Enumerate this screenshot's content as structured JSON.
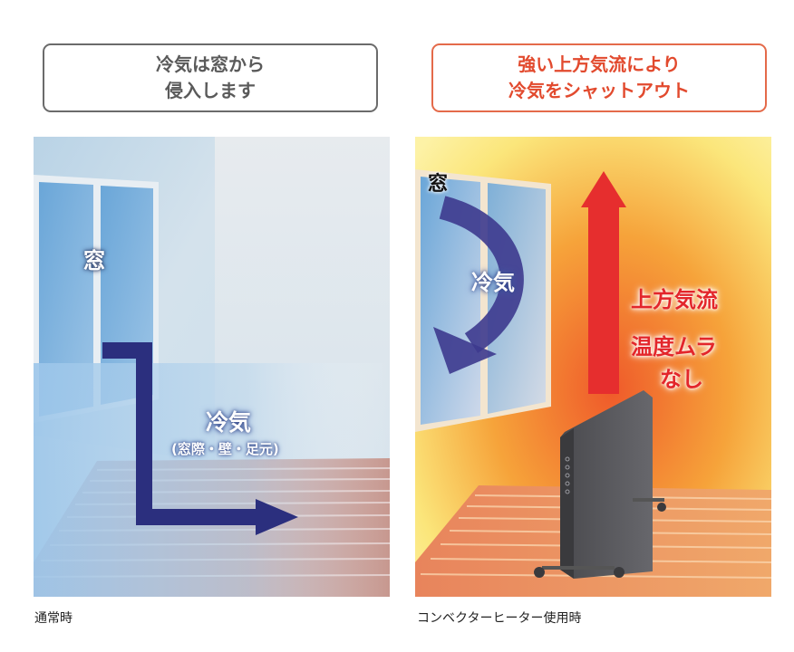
{
  "header": {
    "left": {
      "line1": "冷気は窓から",
      "line2": "侵入します"
    },
    "right": {
      "line1": "強い上方気流により",
      "line2": "冷気をシャットアウト"
    }
  },
  "left_panel": {
    "window_label": "窓",
    "cold_air_label": "冷気",
    "cold_air_sub": "(窓際・壁・足元)",
    "caption": "通常時"
  },
  "right_panel": {
    "window_label": "窓",
    "cold_air_label": "冷気",
    "updraft_label": "上方気流",
    "no_unevenness_line1": "温度ムラ",
    "no_unevenness_line2": "なし",
    "caption": "コンベクターヒーター使用時"
  },
  "colors": {
    "left_border": "#6b6b6b",
    "right_border": "#e46a4a",
    "cold_arrow": "#2b2f7e",
    "warm_arrow": "#e62e2e",
    "updraft_text": "#e3262b"
  }
}
